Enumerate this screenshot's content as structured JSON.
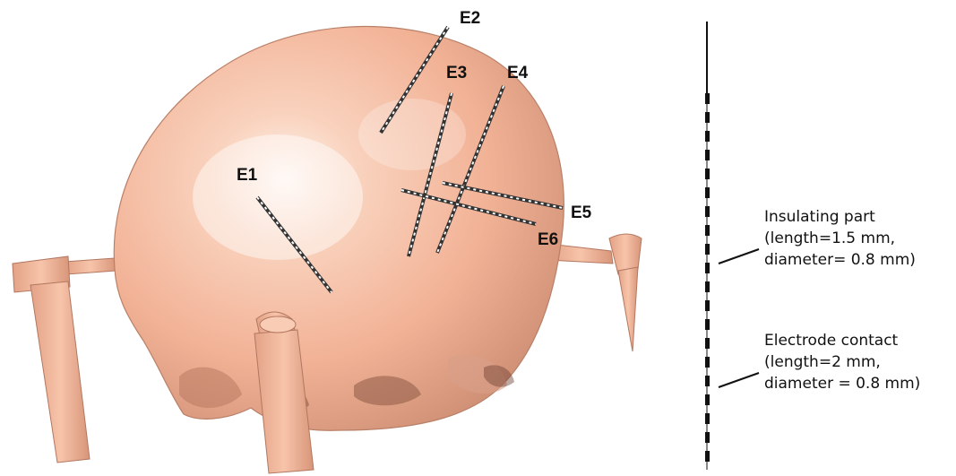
{
  "figure": {
    "electrode_labels": [
      "E1",
      "E2",
      "E3",
      "E4",
      "E5",
      "E6"
    ],
    "colors": {
      "skull": "#f2b296",
      "skull_highlight": "#fdece2",
      "skull_shadow": "#c98a70",
      "electrode_dark": "#333333",
      "electrode_light": "#ffffff"
    }
  },
  "legend": {
    "insulating": {
      "title": "Insulating part",
      "line1": "(length=1.5 mm,",
      "line2": "diameter= 0.8 mm)"
    },
    "contact": {
      "title": "Electrode contact",
      "line1": "(length=2 mm,",
      "line2": "diameter = 0.8 mm)"
    }
  }
}
